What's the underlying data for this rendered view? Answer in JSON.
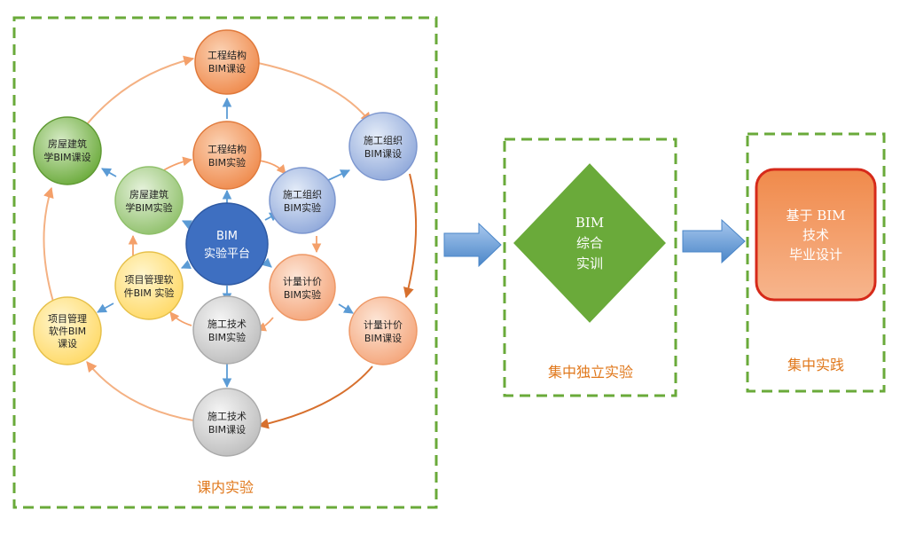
{
  "panels": {
    "classroom": {
      "label": "课内实验"
    },
    "independent": {
      "label": "集中独立实验"
    },
    "practice": {
      "label": "集中实践"
    }
  },
  "center": {
    "line1": "BIM",
    "line2": "实验平台"
  },
  "inner_nodes": {
    "structure_exp": {
      "line1": "工程结构",
      "line2": "BIM实验"
    },
    "construction_org_exp": {
      "line1": "施工组织",
      "line2": "BIM实验"
    },
    "costing_exp": {
      "line1": "计量计价",
      "line2": "BIM实验"
    },
    "construction_tech_exp": {
      "line1": "施工技术",
      "line2": "BIM实验"
    },
    "project_mgmt_exp": {
      "line1": "项目管理软",
      "line2": "件BIM 实验"
    },
    "architecture_exp": {
      "line1": "房屋建筑",
      "line2": "学BIM实验"
    }
  },
  "outer_nodes": {
    "structure_course": {
      "line1": "工程结构",
      "line2": "BIM课设"
    },
    "construction_org_course": {
      "line1": "施工组织",
      "line2": "BIM课设"
    },
    "costing_course": {
      "line1": "计量计价",
      "line2": "BIM课设"
    },
    "construction_tech_course": {
      "line1": "施工技术",
      "line2": "BIM课设"
    },
    "project_mgmt_course": {
      "line1": "项目管理",
      "line2": "软件BIM",
      "line3": "课设"
    },
    "architecture_course": {
      "line1": "房屋建筑",
      "line2": "学BIM课设"
    }
  },
  "diamond": {
    "line1": "BIM",
    "line2": "综合",
    "line3": "实训"
  },
  "final_box": {
    "line1": "基于 BIM",
    "line2": "技术",
    "line3": "毕业设计"
  },
  "colors": {
    "dash_green": "#6aaa3a",
    "orange_node": "#f08a4b",
    "blue_node": "#9db4e0",
    "peach_node": "#f7b58d",
    "gray_node": "#d4d4d4",
    "yellow_node": "#ffe58a",
    "green_node": "#a8d08d",
    "center_blue": "#3e6fc1",
    "diamond_green": "#6aaa3a",
    "final_red": "#e8501e",
    "arrow_blue": "#5b9bd5",
    "ring_orange": "#f4b183"
  }
}
